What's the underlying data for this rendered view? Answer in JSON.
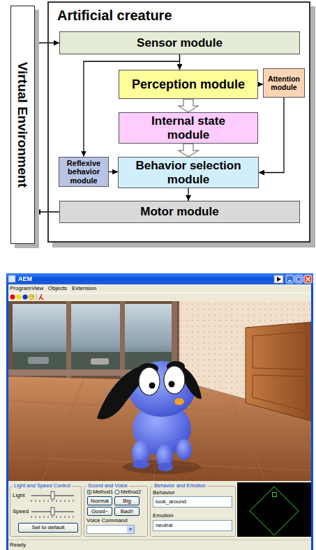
{
  "diagram": {
    "nodes": [
      {
        "text": [
          "Virtual Environment"
        ]
      },
      {
        "text": [
          "Artificial creature"
        ]
      },
      {
        "text": [
          "Sensor module"
        ],
        "in": 1
      },
      {
        "text": [
          "Perception module"
        ],
        "in": 1
      },
      {
        "text": [
          "Attention module"
        ],
        "in": 1
      },
      {
        "text": [
          "Internal state module"
        ],
        "in": 1
      },
      {
        "text": [
          "Reflexive behavior module"
        ],
        "in": 1
      },
      {
        "text": [
          "Behavior selection module"
        ],
        "in": 1
      },
      {
        "text": [
          "Motor module"
        ],
        "in": 1
      }
    ],
    "edges": [
      {
        "from": 0,
        "to": 2,
        "arrow": "to"
      },
      {
        "from": 2,
        "to": 3,
        "arrow": "to"
      },
      {
        "from": 2,
        "to": 6,
        "arrow": "to"
      },
      {
        "from": 3,
        "to": 4,
        "arrow": "to"
      },
      {
        "from": 3,
        "to": 5,
        "arrow": "to"
      },
      {
        "from": 5,
        "to": 7,
        "arrow": "to"
      },
      {
        "from": 4,
        "to": 7,
        "arrow": "to"
      },
      {
        "from": 6,
        "to": 7,
        "arrow": "to"
      },
      {
        "from": 7,
        "to": 8,
        "arrow": "to"
      },
      {
        "from": 8,
        "to": 0,
        "arrow": "to"
      }
    ],
    "labels": [
      "AEM",
      "Program",
      "View",
      "Objects",
      "Extension",
      "Light and Speed Control",
      "Light",
      "Speed",
      "Set to default",
      "Sound and Voice",
      "Method1",
      "Method2",
      "Normal",
      "Big",
      "Good~",
      "Bad!!",
      "Voice Command",
      "Behavior and Emotion",
      "Behavior",
      "look_around",
      "Emotion",
      "neutral",
      "Ready"
    ]
  }
}
